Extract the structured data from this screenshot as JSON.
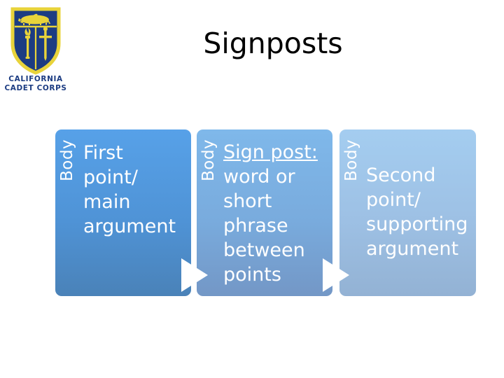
{
  "slide": {
    "title": "Signposts"
  },
  "logo": {
    "name": "california-cadet-corps-emblem",
    "line1": "CALIFORNIA",
    "line2": "CADET CORPS",
    "shield_color": "#1c3c82",
    "accent_color": "#e8d33a",
    "text_color": "#1c3c82"
  },
  "diagram": {
    "type": "chevron-process",
    "arrow_color": "#ffffff",
    "boxes": [
      {
        "tag": "Body",
        "text": "First point/ main argument",
        "lines": [
          "First",
          "point/",
          "main",
          "argument"
        ],
        "color_top": "#57a1e8",
        "color_bottom": "#4a82b8"
      },
      {
        "tag": "Body",
        "text": "Sign post: word or short phrase between points",
        "underlined_lead": "Sign post:",
        "lines": [
          "word or",
          "short",
          "phrase",
          "between",
          "points"
        ],
        "color_top": "#7fb8ea",
        "color_bottom": "#7397c6"
      },
      {
        "tag": "Body",
        "text": "Second point/ supporting argument",
        "lines": [
          "Second",
          "point/",
          "supporting",
          "argument"
        ],
        "color_top": "#a4cdf0",
        "color_bottom": "#93b2d4"
      }
    ]
  }
}
